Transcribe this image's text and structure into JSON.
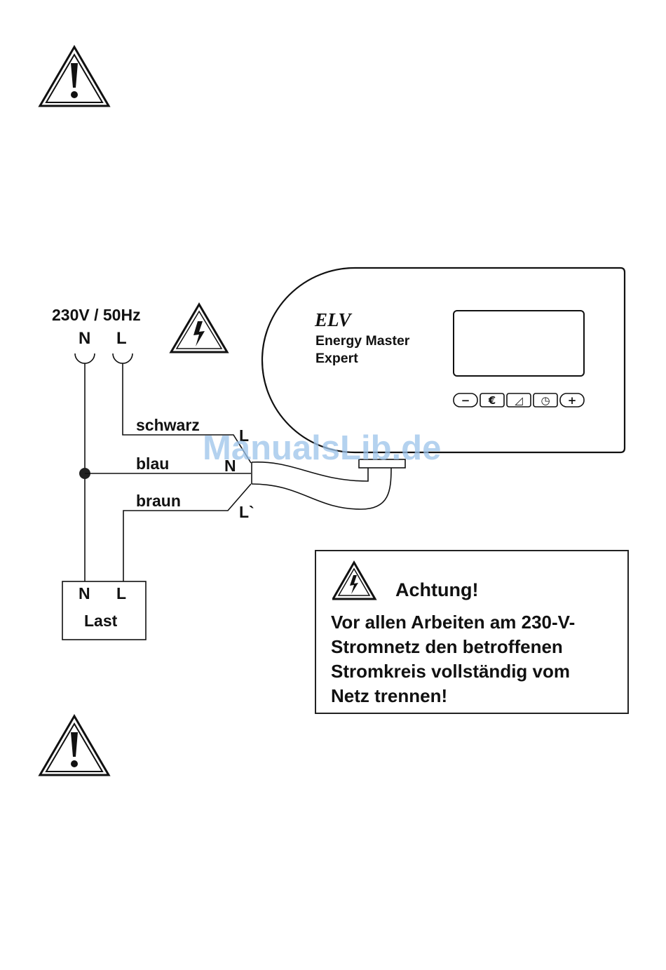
{
  "brand": {
    "logo": "ELV",
    "line1": "Energy Master",
    "line2": "Expert"
  },
  "mains": {
    "voltage": "230V / 50Hz",
    "n": "N",
    "l": "L"
  },
  "wires": {
    "black": "schwarz",
    "blue": "blau",
    "brown": "braun"
  },
  "device_terminals": {
    "l": "L",
    "n": "N",
    "l_out": "L`"
  },
  "load": {
    "n": "N",
    "l": "L",
    "label": "Last"
  },
  "buttons": [
    {
      "icon": "minus-icon",
      "glyph": "−"
    },
    {
      "icon": "euro-icon",
      "glyph": "€"
    },
    {
      "icon": "meter-icon",
      "glyph": "◿"
    },
    {
      "icon": "clock-icon",
      "glyph": "◷"
    },
    {
      "icon": "plus-icon",
      "glyph": "+"
    }
  ],
  "warning": {
    "title": "Achtung!",
    "lines": [
      "Vor allen Arbeiten am 230-V-",
      "Stromnetz den betroffenen",
      "Stromkreis vollständig vom",
      "Netz trennen!"
    ]
  },
  "watermark": "ManualsLib.de"
}
